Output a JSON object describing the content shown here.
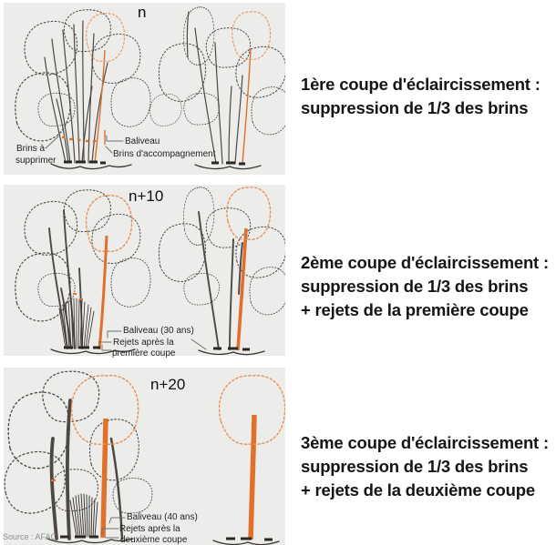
{
  "colors": {
    "panel_background": "#ececea",
    "accent_orange": "#e0702a",
    "crown_orange": "#eb9a63",
    "stem_dark": "#4f4841",
    "caption_text": "#151515",
    "source_text": "#8d8d8b"
  },
  "panels": [
    {
      "title": "n",
      "labels": {
        "supprimer_line1": "Brins à",
        "supprimer_line2": "supprimer",
        "baliveau": "Baliveau",
        "accompagnement": "Brins d'accompagnement"
      },
      "caption": [
        "1ère coupe d'éclaircissement :",
        "suppression de 1/3 des brins"
      ]
    },
    {
      "title": "n+10",
      "labels": {
        "baliveau": "Baliveau (30 ans)",
        "rejets_line1": "Rejets après la",
        "rejets_line2": "première coupe"
      },
      "caption": [
        "2ème coupe d'éclaircissement :",
        "suppression de 1/3 des brins",
        "+ rejets de la première coupe"
      ]
    },
    {
      "title": "n+20",
      "labels": {
        "baliveau": "Baliveau (40 ans)",
        "rejets_line1": "Rejets après la",
        "rejets_line2": "deuxième coupe"
      },
      "caption": [
        "3ème coupe d'éclaircissement :",
        "suppression de 1/3 des brins",
        "+ rejets de la deuxième coupe"
      ]
    }
  ],
  "source": "Source : AFAC"
}
